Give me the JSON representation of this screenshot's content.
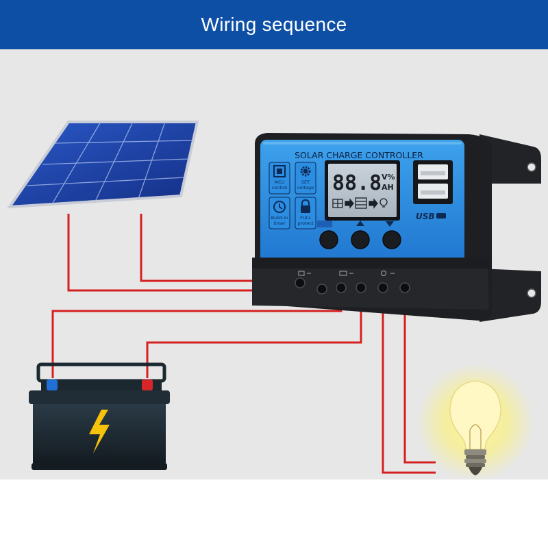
{
  "header": {
    "title": "Wiring sequence"
  },
  "controller": {
    "title": "SOLAR CHARGE CONTROLLER",
    "display_digits": "88.8",
    "display_unit_top": "V%",
    "display_unit_bottom": "AH",
    "usb_label": "USB",
    "features": [
      {
        "icon": "mcu-chip-icon",
        "label_line1": "MCU",
        "label_line2": "control"
      },
      {
        "icon": "gear-icon",
        "label_line1": "SET",
        "label_line2": "voltage"
      },
      {
        "icon": "clock-icon",
        "label_line1": "Build-in",
        "label_line2": "timer"
      },
      {
        "icon": "padlock-icon",
        "label_line1": "FULL",
        "label_line2": "protect"
      }
    ],
    "buttons": [
      {
        "icon": "battery-mode-icon"
      },
      {
        "icon": "up-arrow-icon"
      },
      {
        "icon": "down-arrow-icon"
      }
    ],
    "terminal_groups": [
      {
        "icon": "solar-terminal-icon"
      },
      {
        "icon": "battery-terminal-icon"
      },
      {
        "icon": "load-terminal-icon"
      }
    ]
  },
  "colors": {
    "header": "#0e4fa6",
    "scene_background": "#e7e7e8",
    "wire": "#d42020",
    "controller_face": "#2f8fe0",
    "controller_body": "#1e1f22",
    "panel_cells": "#1d3f9e",
    "battery_body": "#1d2a33",
    "bolt": "#f7c20a",
    "bulb_glow": "#fff16a"
  }
}
